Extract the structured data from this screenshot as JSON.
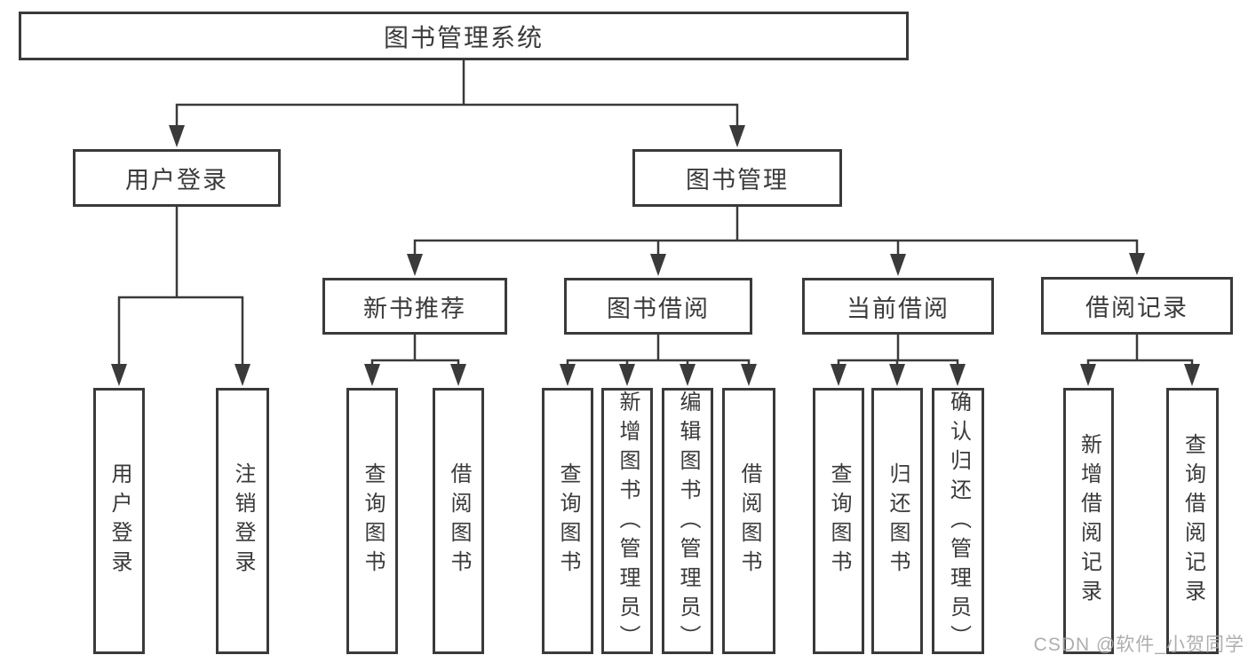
{
  "diagram": {
    "title": "图书管理系统",
    "branches": [
      {
        "label": "用户登录",
        "children": [
          {
            "label": "用户登录"
          },
          {
            "label": "注销登录"
          }
        ]
      },
      {
        "label": "图书管理",
        "children": [
          {
            "label": "新书推荐",
            "children": [
              {
                "label": "查询图书"
              },
              {
                "label": "借阅图书"
              }
            ]
          },
          {
            "label": "图书借阅",
            "children": [
              {
                "label": "查询图书"
              },
              {
                "label": "新增图书（管理员）"
              },
              {
                "label": "编辑图书（管理员）"
              },
              {
                "label": "借阅图书"
              }
            ]
          },
          {
            "label": "当前借阅",
            "children": [
              {
                "label": "查询图书"
              },
              {
                "label": "归还图书"
              },
              {
                "label": "确认归还（管理员）"
              }
            ]
          },
          {
            "label": "借阅记录",
            "children": [
              {
                "label": "新增借阅记录"
              },
              {
                "label": "查询借阅记录"
              }
            ]
          }
        ]
      }
    ]
  },
  "watermark": {
    "text": "CSDN @软件_小贺同学"
  },
  "colors": {
    "line": "#3a3a3a",
    "box_border": "#3a3a3a",
    "text": "#3a3a3a",
    "watermark": "#a6a6a6",
    "background": "#ffffff"
  }
}
